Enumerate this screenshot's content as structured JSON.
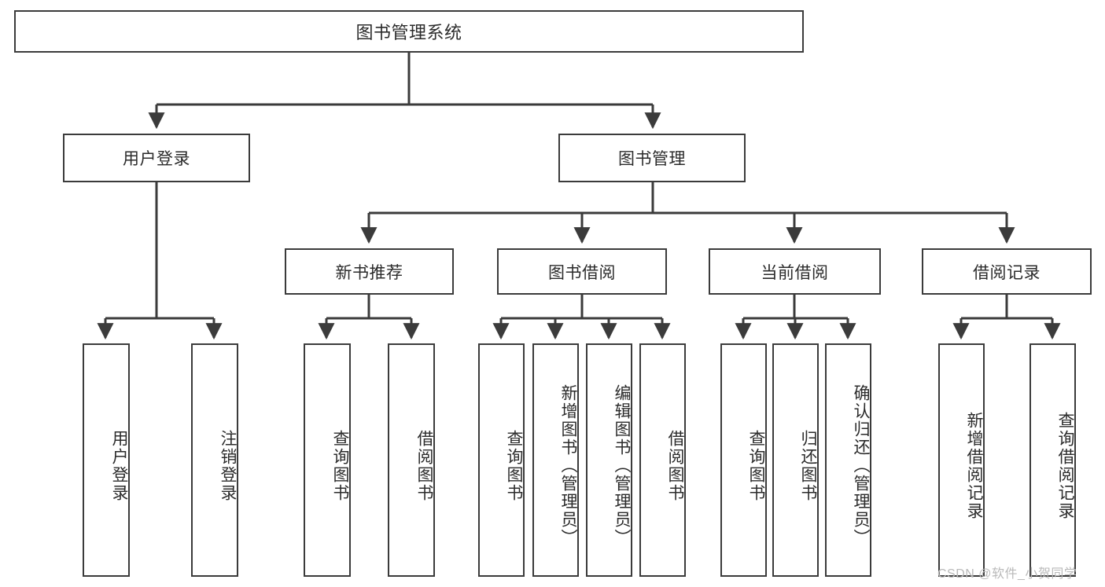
{
  "diagram": {
    "title": "图书管理系统",
    "type": "tree-hierarchy",
    "colors": {
      "box_border": "#3b3b3b",
      "box_fill": "#ffffff",
      "edge": "#3b3b3b",
      "text": "#2b2b2b",
      "watermark": "#b9b9b9",
      "background": "#ffffff"
    },
    "root": {
      "label": "图书管理系统"
    },
    "level2": [
      {
        "id": "user-login",
        "label": "用户登录"
      },
      {
        "id": "book-management",
        "label": "图书管理"
      }
    ],
    "level3": [
      {
        "id": "new-book-recommend",
        "label": "新书推荐"
      },
      {
        "id": "book-borrow",
        "label": "图书借阅"
      },
      {
        "id": "current-borrow",
        "label": "当前借阅"
      },
      {
        "id": "borrow-record",
        "label": "借阅记录"
      }
    ],
    "leaves": {
      "user_login": [
        {
          "id": "leaf-user-login",
          "label": "用户登录"
        },
        {
          "id": "leaf-logout-login",
          "label": "注销登录"
        }
      ],
      "new_book_recommend": [
        {
          "id": "leaf-query-book-1",
          "label": "查询图书"
        },
        {
          "id": "leaf-borrow-book-1",
          "label": "借阅图书"
        }
      ],
      "book_borrow": [
        {
          "id": "leaf-query-book-2",
          "label": "查询图书"
        },
        {
          "id": "leaf-add-book",
          "label": "新增图书（管理员）"
        },
        {
          "id": "leaf-edit-book",
          "label": "编辑图书（管理员）"
        },
        {
          "id": "leaf-borrow-book-2",
          "label": "借阅图书"
        }
      ],
      "current_borrow": [
        {
          "id": "leaf-query-book-3",
          "label": "查询图书"
        },
        {
          "id": "leaf-return-book",
          "label": "归还图书"
        },
        {
          "id": "leaf-confirm-return",
          "label": "确认归还（管理员）"
        }
      ],
      "borrow_record": [
        {
          "id": "leaf-add-record",
          "label": "新增借阅记录"
        },
        {
          "id": "leaf-query-record",
          "label": "查询借阅记录"
        }
      ]
    },
    "watermark": "CSDN @软件_小贺同学"
  }
}
